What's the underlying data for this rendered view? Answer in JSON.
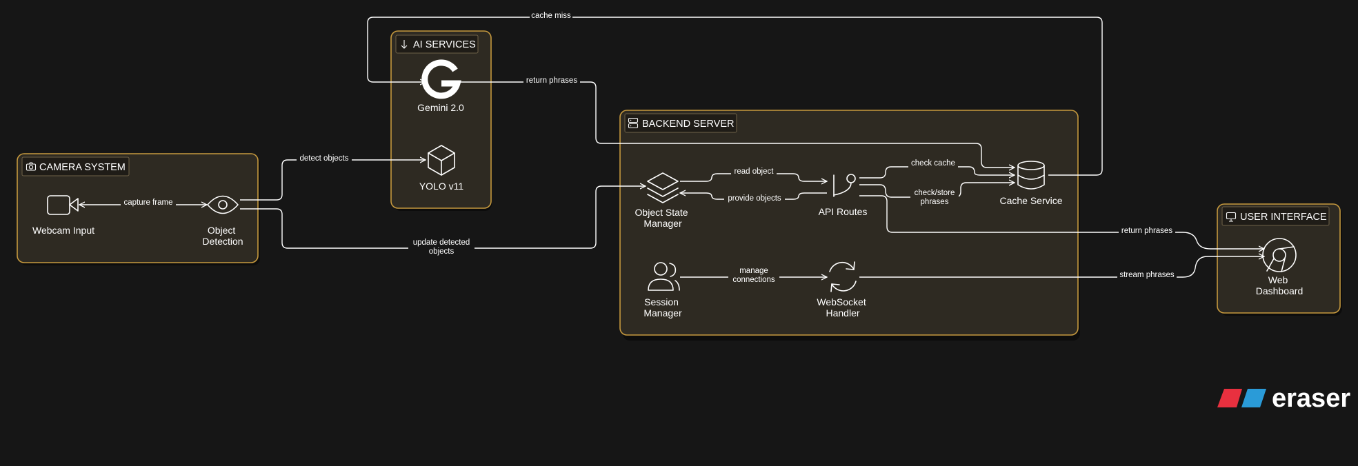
{
  "groups": {
    "camera": "CAMERA SYSTEM",
    "ai": "AI SERVICES",
    "backend": "BACKEND SERVER",
    "ui": "USER INTERFACE"
  },
  "nodes": {
    "webcam": [
      "Webcam Input"
    ],
    "object_detection": [
      "Object",
      "Detection"
    ],
    "gemini": [
      "Gemini 2.0"
    ],
    "yolo": [
      "YOLO v11"
    ],
    "object_state": [
      "Object State",
      "Manager"
    ],
    "api_routes": [
      "API Routes"
    ],
    "cache_service": [
      "Cache Service"
    ],
    "session_manager": [
      "Session",
      "Manager"
    ],
    "websocket": [
      "WebSocket",
      "Handler"
    ],
    "web_dashboard": [
      "Web",
      "Dashboard"
    ]
  },
  "edges": {
    "cache_miss": [
      "cache miss"
    ],
    "return_phrases_gemini": [
      "return phrases"
    ],
    "capture_frame": [
      "capture frame"
    ],
    "detect_objects": [
      "detect objects"
    ],
    "update_detected": [
      "update detected",
      "objects"
    ],
    "read_object": [
      "read object"
    ],
    "provide_objects": [
      "provide objects"
    ],
    "check_cache": [
      "check cache"
    ],
    "check_store": [
      "check/store",
      "phrases"
    ],
    "return_phrases_ui": [
      "return phrases"
    ],
    "manage_connections": [
      "manage",
      "connections"
    ],
    "stream_phrases": [
      "stream phrases"
    ]
  },
  "icons": {
    "camera_group": "camera-icon",
    "ai_group": "arrow-down-icon",
    "backend_group": "server-icon",
    "ui_group": "monitor-icon",
    "webcam": "video-camera-icon",
    "object_detection": "eye-icon",
    "gemini": "google-g-icon",
    "yolo": "cube-icon",
    "object_state": "layers-icon",
    "api_routes": "git-branch-icon",
    "cache_service": "database-icon",
    "session_manager": "users-icon",
    "websocket": "refresh-icon",
    "web_dashboard": "chrome-icon"
  },
  "colors": {
    "background": "#161616",
    "group_fill": "#2e2a22",
    "group_border": "#c79a3e",
    "line": "#ffffff",
    "logo_red": "#e8303f",
    "logo_blue": "#2a9bd8"
  },
  "logo": {
    "text": "eraser"
  }
}
